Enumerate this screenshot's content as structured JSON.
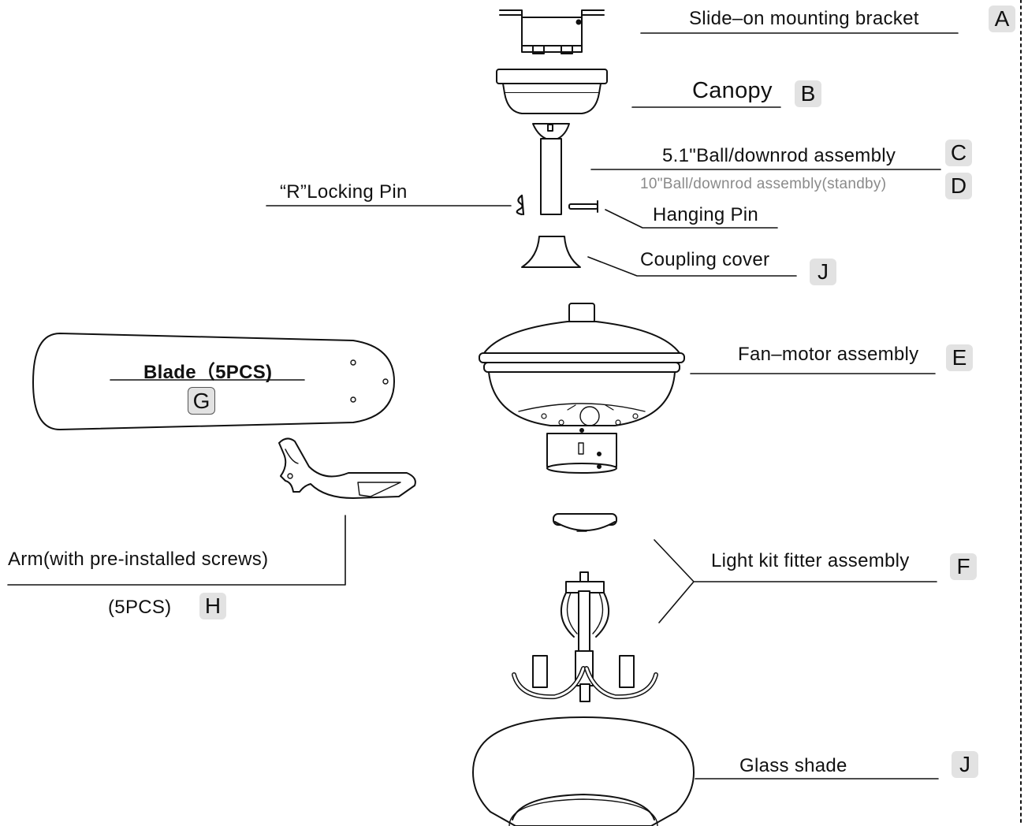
{
  "parts": {
    "bracket": {
      "label": "Slide–on  mounting  bracket",
      "letter": "A"
    },
    "canopy": {
      "label": "Canopy",
      "letter": "B"
    },
    "downrod": {
      "label": "5.1\"Ball/downrod assembly",
      "letter": "C"
    },
    "downrod_standby": {
      "label": "10\"Ball/downrod assembly(standby)",
      "letter": "D"
    },
    "locking_pin": {
      "label": "“R”Locking Pin"
    },
    "hanging_pin": {
      "label": "Hanging Pin"
    },
    "coupling": {
      "label": "Coupling cover",
      "letter": "J"
    },
    "motor": {
      "label": "Fan–motor assembly",
      "letter": "E"
    },
    "blade": {
      "label": "Blade（5PCS)",
      "letter": "G"
    },
    "arm": {
      "label": "Arm(with pre-installed screws)",
      "qty": "(5PCS)",
      "letter": "H"
    },
    "light_kit": {
      "label": "Light kit fitter assembly",
      "letter": "F"
    },
    "glass": {
      "label": "Glass shade",
      "letter": "J"
    }
  },
  "colors": {
    "line": "#111111",
    "badge": "#e2e2e2",
    "standby_text": "#8a8a8a"
  }
}
